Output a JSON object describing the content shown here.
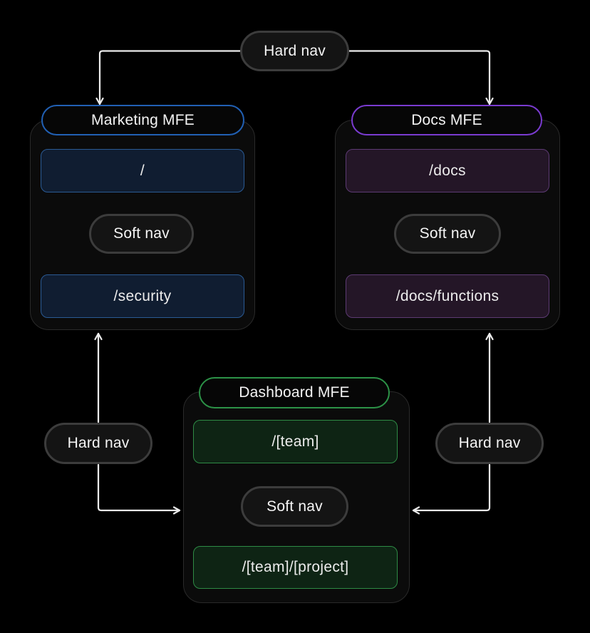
{
  "diagram": {
    "kind": "microfrontend-navigation-diagram",
    "background": "#000000",
    "line_color": "#ececec"
  },
  "nav_pills": {
    "top": "Hard nav",
    "left": "Hard nav",
    "right": "Hard nav"
  },
  "mfes": [
    {
      "title": "Marketing MFE",
      "soft_nav": "Soft nav",
      "routes": [
        "/",
        "/security"
      ],
      "accent": "#2160b4",
      "route_bg": "#101d31",
      "route_border": "#2a5a94"
    },
    {
      "title": "Docs MFE",
      "soft_nav": "Soft nav",
      "routes": [
        "/docs",
        "/docs/functions"
      ],
      "accent": "#7a3bd0",
      "route_bg": "#241627",
      "route_border": "#5c3a73"
    },
    {
      "title": "Dashboard MFE",
      "soft_nav": "Soft nav",
      "routes": [
        "/[team]",
        "/[team]/[project]"
      ],
      "accent": "#2c9247",
      "route_bg": "#0e2414",
      "route_border": "#2e8b45"
    }
  ],
  "connections": [
    {
      "label": "Hard nav",
      "from": "top-hard-nav",
      "to": "Marketing MFE",
      "direction": "down"
    },
    {
      "label": "Hard nav",
      "from": "top-hard-nav",
      "to": "Docs MFE",
      "direction": "down"
    },
    {
      "label": "Soft nav",
      "between": [
        "/",
        "/security"
      ],
      "direction": "both"
    },
    {
      "label": "Soft nav",
      "between": [
        "/docs",
        "/docs/functions"
      ],
      "direction": "both"
    },
    {
      "label": "Soft nav",
      "between": [
        "/[team]",
        "/[team]/[project]"
      ],
      "direction": "both"
    },
    {
      "label": "Hard nav",
      "between": [
        "Marketing MFE",
        "Dashboard MFE"
      ],
      "direction": "both"
    },
    {
      "label": "Hard nav",
      "between": [
        "Docs MFE",
        "Dashboard MFE"
      ],
      "direction": "both"
    }
  ]
}
